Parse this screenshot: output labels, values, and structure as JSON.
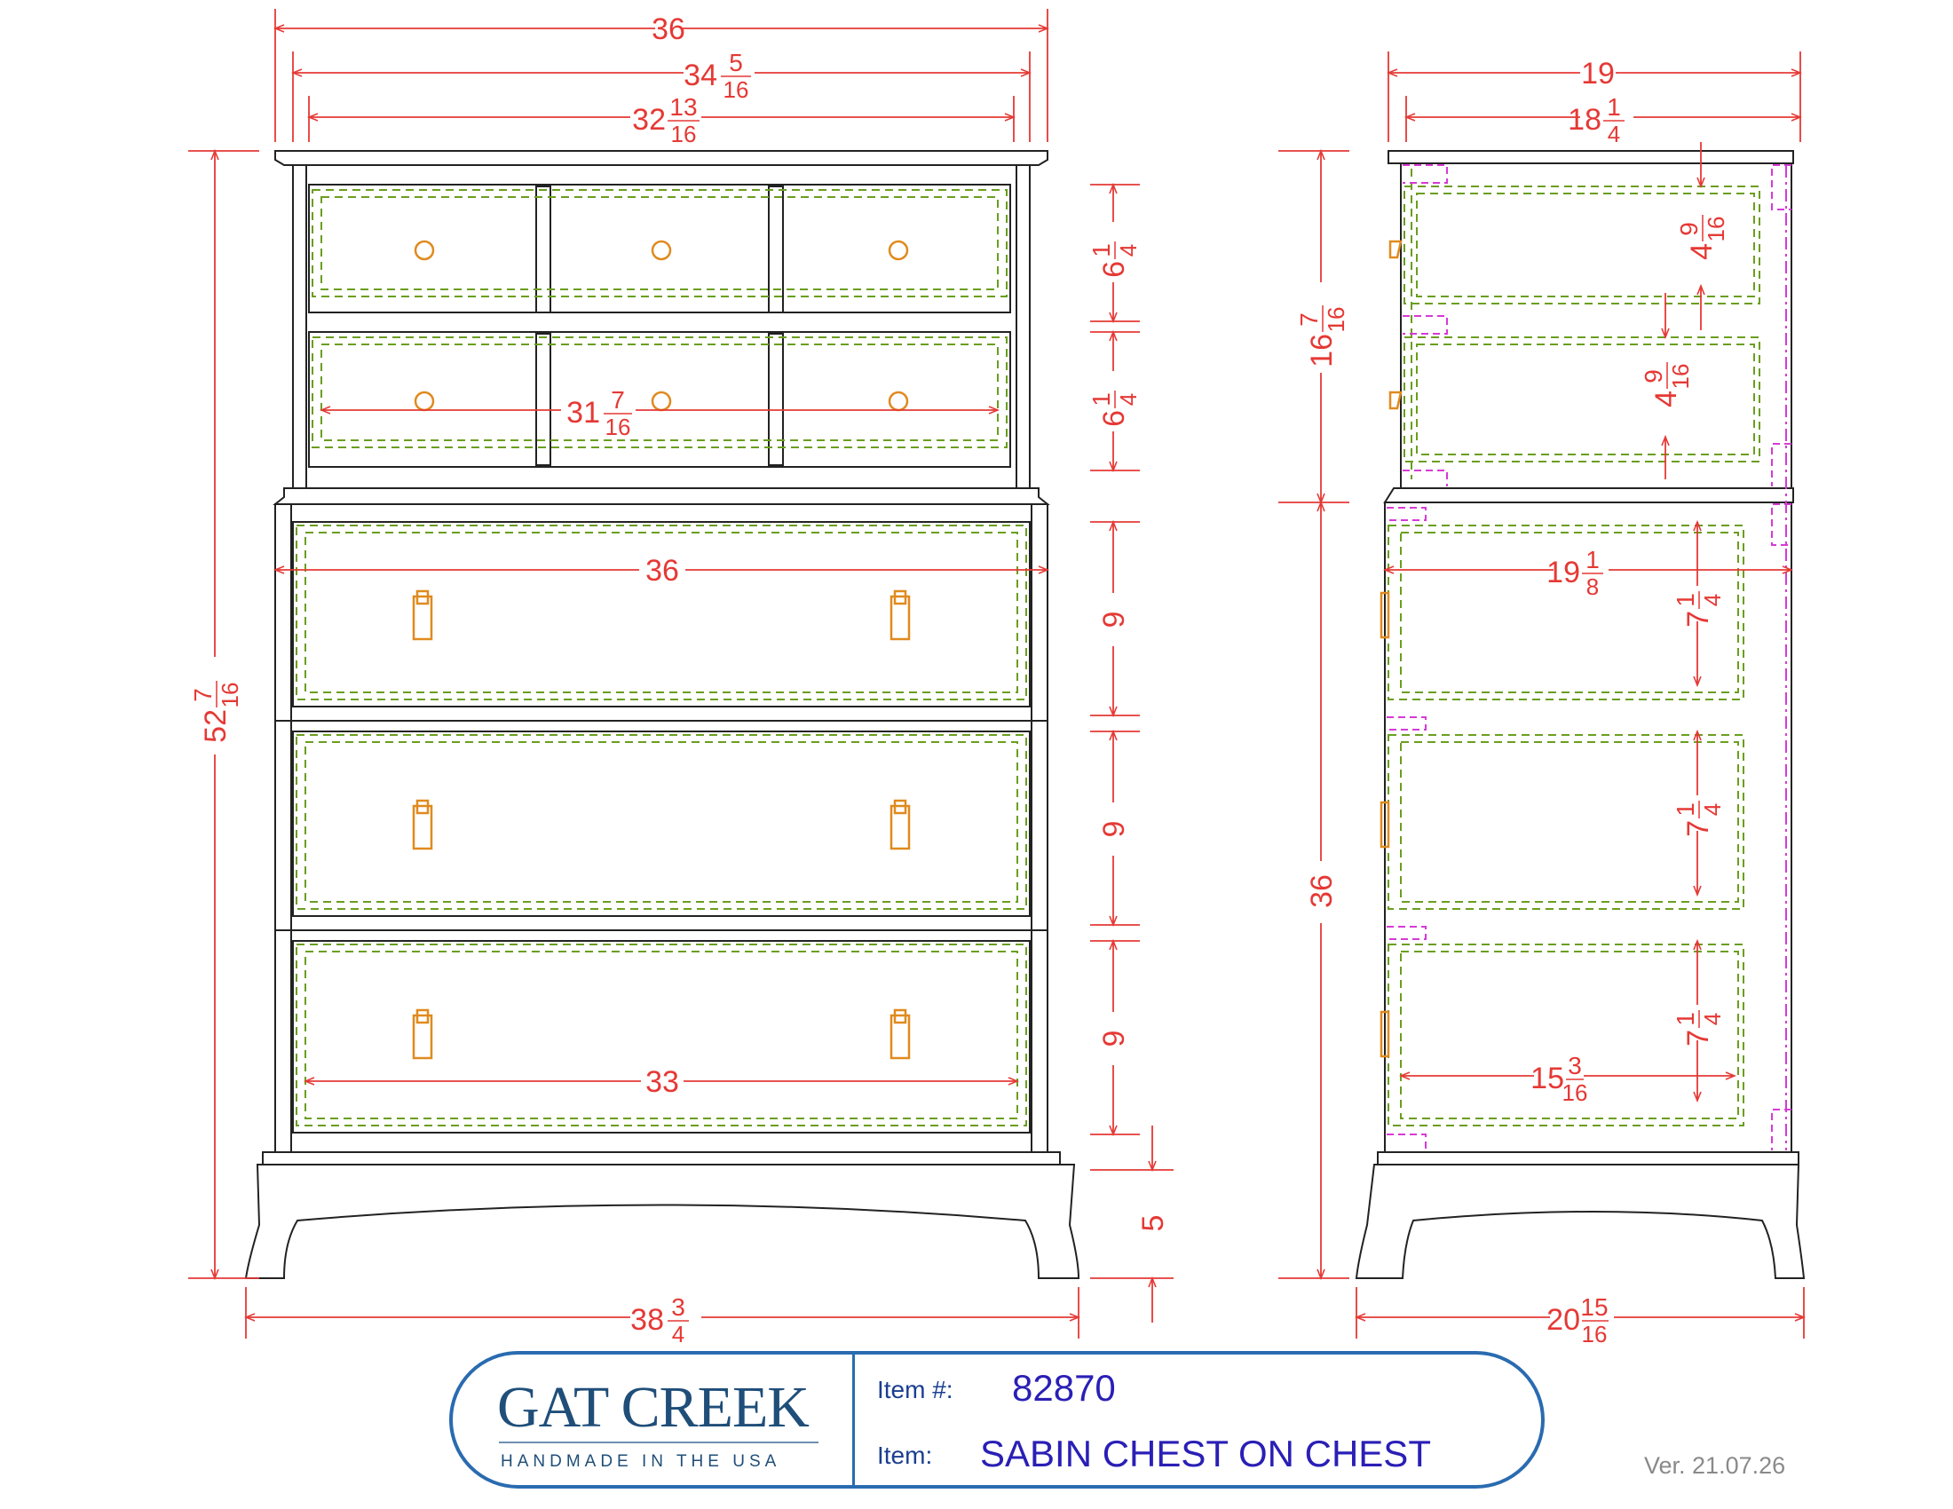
{
  "dimensions": {
    "front": {
      "overall_width": "36",
      "upper_case_width": {
        "whole": "34",
        "num": "5",
        "den": "16"
      },
      "upper_inner_width": {
        "whole": "32",
        "num": "13",
        "den": "16"
      },
      "upper_drawer_width": {
        "whole": "31",
        "num": "7",
        "den": "16"
      },
      "lower_width": "36",
      "lower_inner_width": "33",
      "overall_height": {
        "whole": "52",
        "num": "7",
        "den": "16"
      },
      "base_width": {
        "whole": "38",
        "num": "3",
        "den": "4"
      },
      "upper_drawer_1_height": {
        "whole": "6",
        "num": "1",
        "den": "4"
      },
      "upper_drawer_2_height": {
        "whole": "6",
        "num": "1",
        "den": "4"
      },
      "lower_drawer_1_height": "9",
      "lower_drawer_2_height": "9",
      "lower_drawer_3_height": "9",
      "base_height": "5"
    },
    "side": {
      "top_depth": "19",
      "upper_depth": {
        "whole": "18",
        "num": "1",
        "den": "4"
      },
      "upper_height": {
        "whole": "16",
        "num": "7",
        "den": "16"
      },
      "upper_drawer_1_depth": {
        "whole": "4",
        "num": "9",
        "den": "16"
      },
      "upper_drawer_2_depth": {
        "whole": "4",
        "num": "9",
        "den": "16"
      },
      "lower_depth": {
        "whole": "19",
        "num": "1",
        "den": "8"
      },
      "lower_height": "36",
      "lower_drawer_1": {
        "whole": "7",
        "num": "1",
        "den": "4"
      },
      "lower_drawer_2": {
        "whole": "7",
        "num": "1",
        "den": "4"
      },
      "lower_drawer_3": {
        "whole": "7",
        "num": "1",
        "den": "4"
      },
      "drawer_box_depth": {
        "whole": "15",
        "num": "3",
        "den": "16"
      },
      "base_depth": {
        "whole": "20",
        "num": "15",
        "den": "16"
      }
    }
  },
  "title_block": {
    "logo": "GAT CREEK",
    "logo_tagline": "HANDMADE IN THE USA",
    "item_number_label": "Item #:",
    "item_number": "82870",
    "item_label": "Item:",
    "item_name": "SABIN CHEST ON CHEST"
  },
  "version": "Ver. 21.07.26",
  "colors": {
    "dimension": "#e53935",
    "outline": "#222222",
    "hidden_drawer": "#6a9e1f",
    "hardware": "#e08a1e",
    "hidden_joint": "#d63ad6",
    "title_border": "#2a6bb0"
  }
}
